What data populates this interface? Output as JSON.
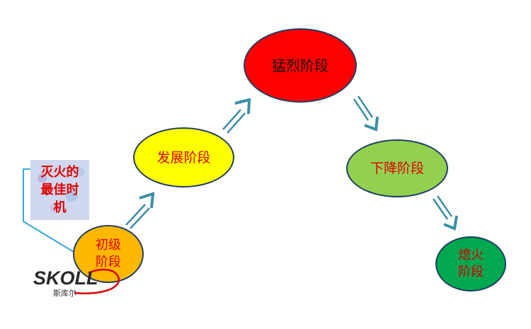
{
  "diagram": {
    "stages": [
      {
        "id": "initial",
        "lines": [
          "初级",
          "阶段"
        ],
        "fill": "#ffb800"
      },
      {
        "id": "develop",
        "lines": [
          "发展阶段"
        ],
        "fill": "#ffff00"
      },
      {
        "id": "violent",
        "lines": [
          "猛烈阶段"
        ],
        "fill": "#ff0000"
      },
      {
        "id": "decline",
        "lines": [
          "下降阶段"
        ],
        "fill": "#92d050"
      },
      {
        "id": "extinguish",
        "lines": [
          "熄火",
          "阶段"
        ],
        "fill": "#00a850"
      }
    ],
    "callout": {
      "lines": [
        "灭火的",
        "最佳时",
        "机"
      ],
      "bg": "#cfd8ee"
    },
    "arrow_color": "#3b8fa6",
    "connector_color": "#3aa8d8"
  },
  "logo": {
    "word": "SKOLL",
    "subtitle": "斯库尔",
    "accent": "#d40000"
  }
}
